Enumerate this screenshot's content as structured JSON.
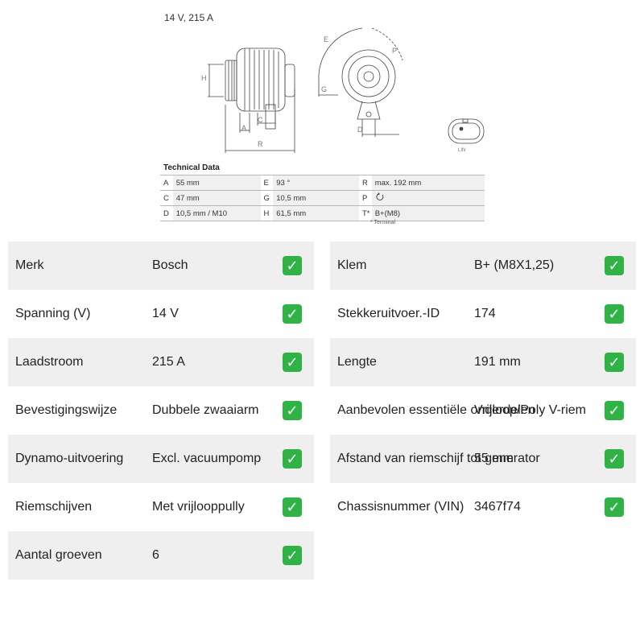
{
  "header": {
    "voltage_amperage": "14 V, 215 A"
  },
  "drawing_labels": {
    "H": "H",
    "A": "A",
    "C": "C",
    "R": "R",
    "E": "E",
    "P": "P",
    "G": "G",
    "D": "D",
    "LIN": "LIN"
  },
  "technical_data": {
    "title": "Technical Data",
    "rows": [
      [
        {
          "k": "A",
          "v": "55 mm"
        },
        {
          "k": "E",
          "v": "93 °"
        },
        {
          "k": "R",
          "v": "max. 192 mm"
        }
      ],
      [
        {
          "k": "C",
          "v": "47 mm"
        },
        {
          "k": "G",
          "v": "10,5 mm"
        },
        {
          "k": "P",
          "v": ""
        }
      ],
      [
        {
          "k": "D",
          "v": "10,5 mm / M10"
        },
        {
          "k": "H",
          "v": "61,5 mm"
        },
        {
          "k": "T*",
          "v": "B+(M8)"
        }
      ]
    ],
    "footnote": "* Terminal"
  },
  "specs_left": [
    {
      "label": "Merk",
      "value": "Bosch"
    },
    {
      "label": "Spanning (V)",
      "value": "14 V"
    },
    {
      "label": "Laadstroom",
      "value": "215 A"
    },
    {
      "label": "Bevestigingswijze",
      "value": "Dubbele zwaaiarm"
    },
    {
      "label": "Dynamo-uitvoering",
      "value": "Excl. vacuumpomp"
    },
    {
      "label": "Riemschijven",
      "value": "Met vrijlooppully"
    },
    {
      "label": "Aantal groeven",
      "value": "6"
    }
  ],
  "specs_right": [
    {
      "label": "Klem",
      "value": "B+ (M8X1,25)"
    },
    {
      "label": "Stekkeruitvoer.-ID",
      "value": "174"
    },
    {
      "label": "Lengte",
      "value": "191 mm"
    },
    {
      "label": "Aanbevolen essentiële onderdelen",
      "value": "Vrijloop/Poly V-riem"
    },
    {
      "label": "Afstand van riemschijf tot generator",
      "value": "55 mm"
    },
    {
      "label": "Chassisnummer (VIN)",
      "value": "3467f74"
    }
  ],
  "check_icon": "check-mark-icon",
  "colors": {
    "check": "#2fb344",
    "row_shade": "#efefef"
  }
}
